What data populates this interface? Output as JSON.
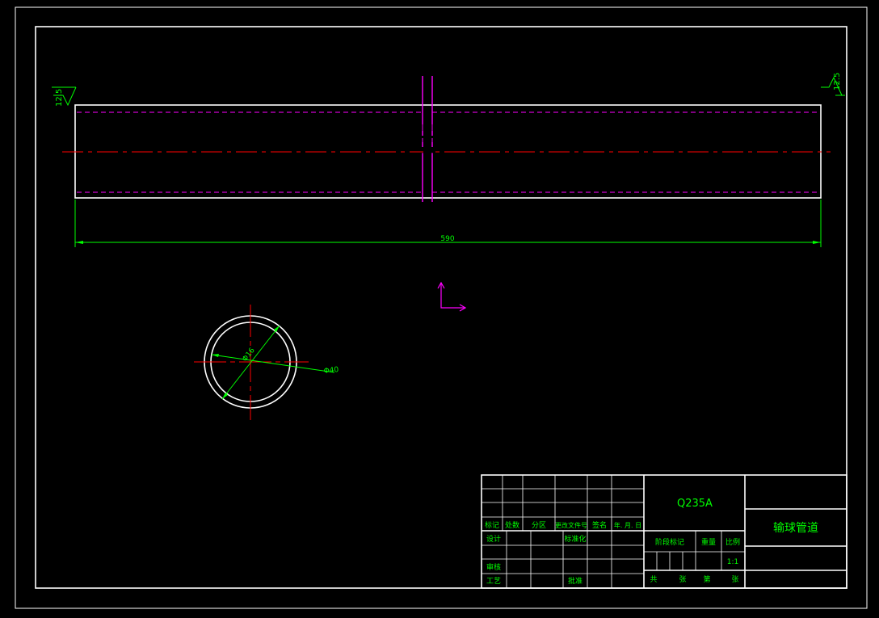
{
  "colors": {
    "background": "#000000",
    "outline": "#ffffff",
    "center_line": "#ff0000",
    "hidden_line": "#ff00ff",
    "dimension": "#00ff00",
    "text": "#00ff00",
    "ucs": "#ff00ff"
  },
  "drawing": {
    "surface_left": "12.5",
    "surface_right": "12.5",
    "length_dim": "590",
    "inner_dia": "Φ16",
    "outer_dia": "Φ40"
  },
  "title_block": {
    "material": "Q235A",
    "part_name": "输球管道",
    "rev_headers": [
      "标记",
      "处数",
      "分区",
      "更改文件号",
      "签名",
      "年. 月. 日"
    ],
    "design": "设计",
    "standardize": "标准化",
    "review": "审核",
    "process": "工艺",
    "approve": "批准",
    "stage_mark": "阶段标记",
    "weight": "重量",
    "scale": "比例",
    "scale_value": "1:1",
    "total": "共",
    "sheet_unit": "张",
    "sheet_no": "第",
    "sheet_unit2": "张"
  }
}
